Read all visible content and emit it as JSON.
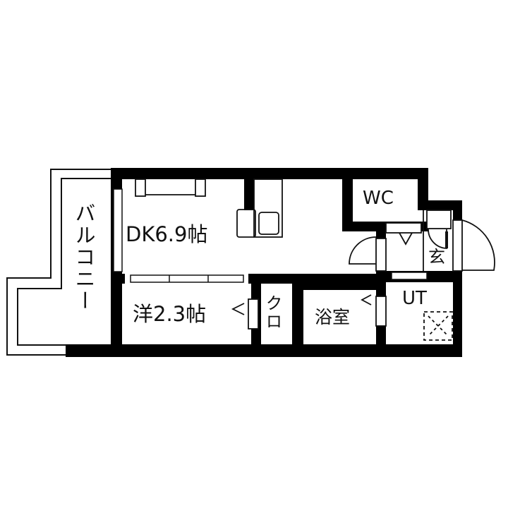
{
  "floor_plan": {
    "colors": {
      "wall": "#000000",
      "background": "#ffffff",
      "line": "#111111"
    },
    "rooms": {
      "balcony": {
        "label": "バルコニー"
      },
      "dk": {
        "label": "DK6.9帖"
      },
      "western_room": {
        "label": "洋2.3帖"
      },
      "closet": {
        "label": "クロ"
      },
      "bathroom": {
        "label": "浴室"
      },
      "wc": {
        "label": "WC"
      },
      "entrance": {
        "label": "玄"
      },
      "utility": {
        "label": "UT"
      }
    }
  }
}
